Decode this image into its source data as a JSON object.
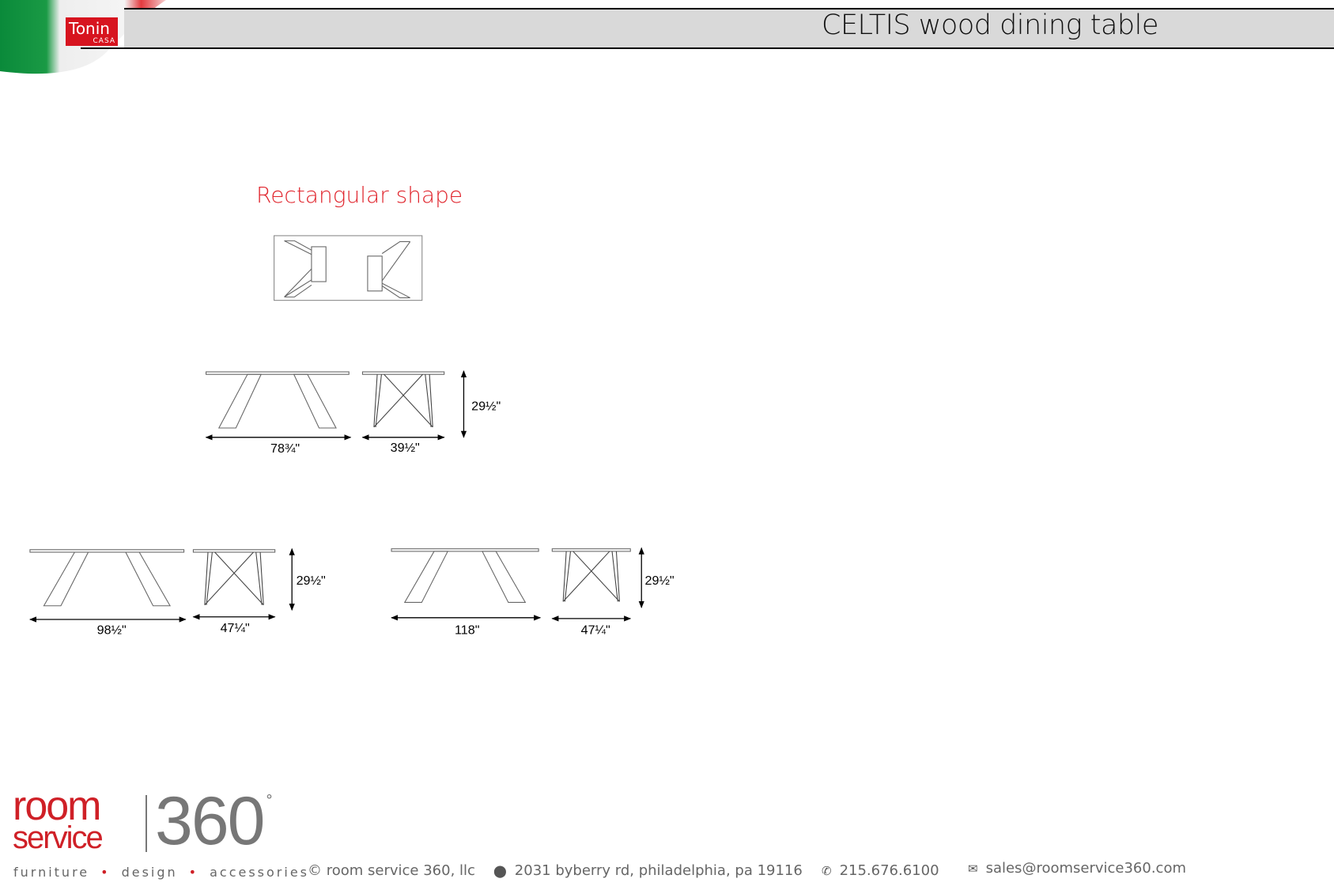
{
  "header": {
    "brand_name": "Tonin",
    "brand_sub": "CASA",
    "title": "CELTIS wood dining table"
  },
  "section_title": "Rectangular shape",
  "tables": [
    {
      "length": "78¾\"",
      "width": "39½\"",
      "height": "29½\""
    },
    {
      "length": "98½\"",
      "width": "47¼\"",
      "height": "29½\""
    },
    {
      "length": "118\"",
      "width": "47¼\"",
      "height": "29½\""
    }
  ],
  "footer": {
    "logo_room": "room",
    "logo_service": "service",
    "logo_number": "360",
    "logo_degree": "°",
    "tagline": [
      "furniture",
      "design",
      "accessories"
    ],
    "copyright": "© room service 360, llc",
    "address": "2031 byberry rd, philadelphia, pa 19116",
    "phone": "215.676.6100",
    "email": "sales@roomservice360.com",
    "icons": {
      "address": "map-pin-icon",
      "phone": "phone-icon",
      "email": "envelope-icon"
    }
  },
  "colors": {
    "accent": "#e0242c",
    "header_bar": "#d9d9d9",
    "logo_red": "#cf2027",
    "logo_gray": "#777777"
  }
}
